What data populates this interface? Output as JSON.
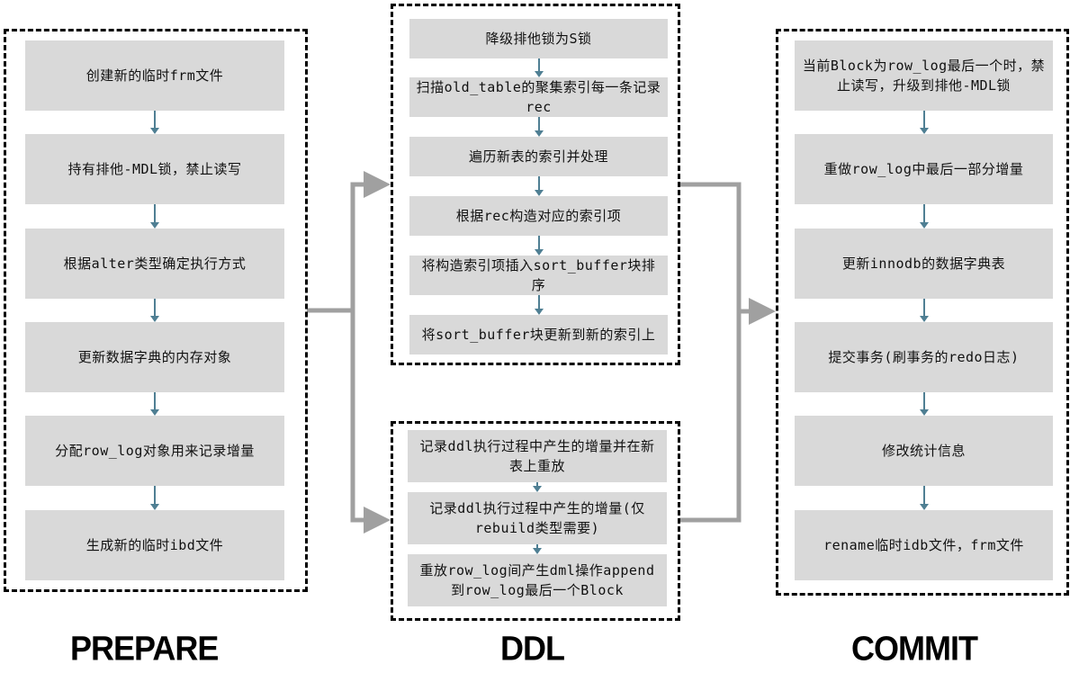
{
  "phases": {
    "prepare": {
      "label": "PREPARE",
      "steps": [
        "创建新的临时frm文件",
        "持有排他-MDL锁，禁止读写",
        "根据alter类型确定执行方式",
        "更新数据字典的内存对象",
        "分配row_log对象用来记录增量",
        "生成新的临时ibd文件"
      ]
    },
    "ddl": {
      "label": "DDL",
      "upper_steps": [
        "降级排他锁为S锁",
        "扫描old_table的聚集索引每一条记录rec",
        "遍历新表的索引并处理",
        "根据rec构造对应的索引项",
        "将构造索引项插入sort_buffer块排序",
        "将sort_buffer块更新到新的索引上"
      ],
      "lower_steps": [
        "记录ddl执行过程中产生的增量并在新表上重放",
        "记录ddl执行过程中产生的增量(仅rebuild类型需要)",
        "重放row_log间产生dml操作append到row_log最后一个Block"
      ]
    },
    "commit": {
      "label": "COMMIT",
      "steps": [
        "当前Block为row_log最后一个时，禁止读写，升级到排他-MDL锁",
        "重做row_log中最后一部分增量",
        "更新innodb的数据字典表",
        "提交事务(刷事务的redo日志)",
        "修改统计信息",
        "rename临时idb文件，frm文件"
      ]
    }
  },
  "colors": {
    "step_fill": "#d9d9d9",
    "step_arrow": "#4f7f93",
    "connector": "#a0a0a0",
    "border": "#000000"
  }
}
